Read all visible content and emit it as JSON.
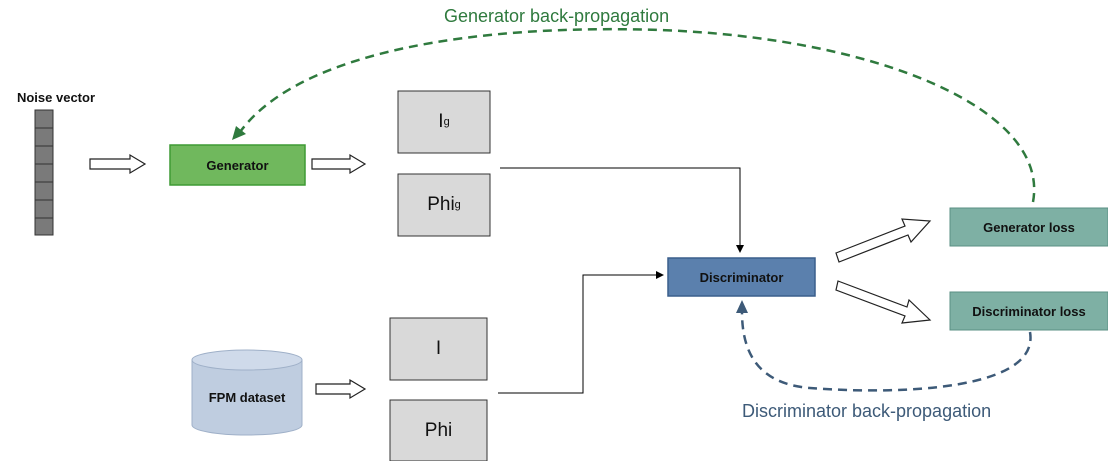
{
  "labels": {
    "noise_vector": "Noise vector",
    "generator": "Generator",
    "i_g_main": "I",
    "i_g_sub": "g",
    "phi_g_main": "Phi",
    "phi_g_sub": "g",
    "discriminator": "Discriminator",
    "generator_loss": "Generator loss",
    "discriminator_loss": "Discriminator loss",
    "fpm_dataset": "FPM dataset",
    "i_real": "I",
    "phi_real": "Phi",
    "gen_backprop": "Generator back-propagation",
    "disc_backprop": "Discriminator back-propagation"
  },
  "colors": {
    "generator_fill": "#70b85d",
    "generator_border": "#3f9a35",
    "discriminator_fill": "#5b80ad",
    "discriminator_border": "#3a5f8c",
    "loss_fill": "#7eb0a4",
    "gray_box": "#d9d9d9",
    "cylinder": "#bfcde0",
    "gen_backprop_color": "#2f7a3e",
    "disc_backprop_color": "#3d5a78"
  }
}
